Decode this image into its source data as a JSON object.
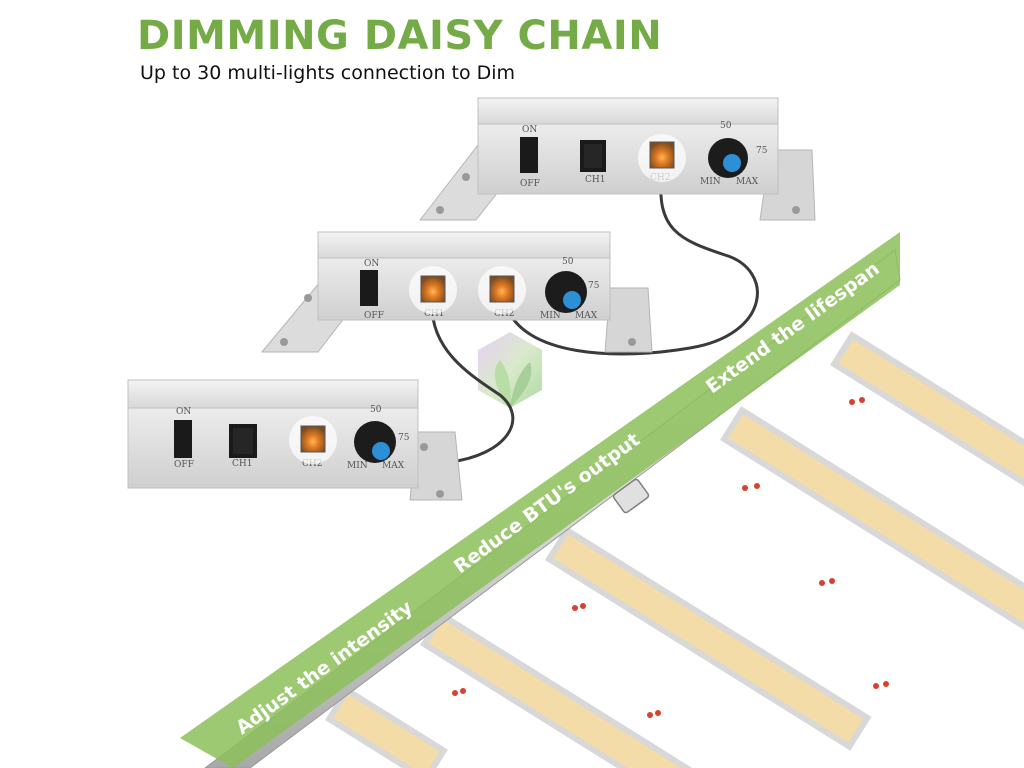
{
  "header": {
    "title": "DIMMING DAISY CHAIN",
    "subtitle": "Up to 30 multi-lights connection to Dim"
  },
  "colors": {
    "brand_green": "#74ab47",
    "band_green": "#8cbf5a",
    "panel": "#e4e4e4",
    "led": "#f2d9a0",
    "cable": "#3a3a3a",
    "knob": "#2d8fd6"
  },
  "controllers": [
    {
      "id": "top",
      "on_label": "ON",
      "off_label": "OFF",
      "port_labels": [
        "CH1",
        "CH2"
      ],
      "dial_labels": {
        "min": "MIN",
        "mid": "50",
        "high": "75",
        "max": "MAX"
      }
    },
    {
      "id": "middle",
      "on_label": "ON",
      "off_label": "OFF",
      "port_labels": [
        "CH1",
        "CH2"
      ],
      "dial_labels": {
        "min": "MIN",
        "mid": "50",
        "high": "75",
        "max": "MAX"
      }
    },
    {
      "id": "bottom",
      "on_label": "ON",
      "off_label": "OFF",
      "port_labels": [
        "CH1",
        "CH2"
      ],
      "dial_labels": {
        "min": "MIN",
        "mid": "50",
        "high": "75",
        "max": "MAX"
      }
    }
  ],
  "features": [
    "Adjust the intensity",
    "Reduce BTU's output",
    "Extend the lifespan"
  ]
}
